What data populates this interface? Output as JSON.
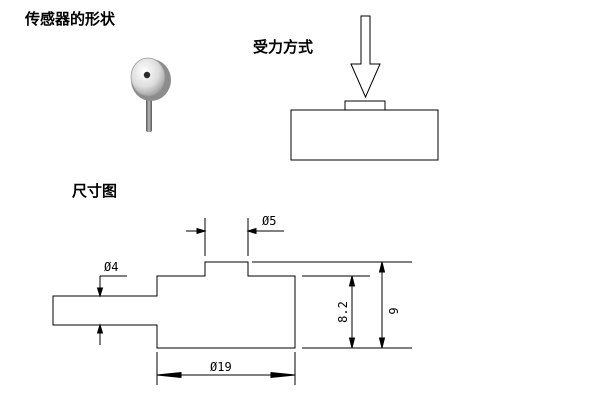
{
  "headings": {
    "sensor_shape": "传感器的形状",
    "loading_method": "受力方式",
    "dimension_drawing": "尺寸图"
  },
  "dimensions": {
    "top_boss_width": "Ø5",
    "thin_section": "Ø4",
    "body_diameter": "Ø19",
    "step_height": "8.2",
    "total_height": "9"
  },
  "colors": {
    "line": "#000000",
    "sensor_body": "#e6e6e6",
    "sensor_lead": "#7a7a7a"
  }
}
